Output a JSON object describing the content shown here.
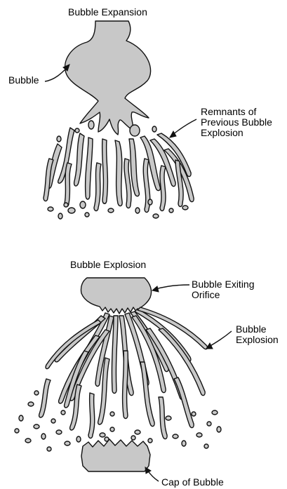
{
  "top": {
    "title": "Bubble Expansion",
    "bubble_label": "Bubble",
    "remnants_label": [
      "Remnants of",
      "Previous Bubble",
      "Explosion"
    ]
  },
  "bottom": {
    "title": "Bubble Explosion",
    "exiting_label": [
      "Bubble Exiting",
      "Orifice"
    ],
    "explosion_label": [
      "Bubble",
      "Explosion"
    ],
    "cap_label": "Cap of Bubble"
  },
  "colors": {
    "fill": "#c8c8c8",
    "stroke": "#111111",
    "background": "#ffffff"
  }
}
